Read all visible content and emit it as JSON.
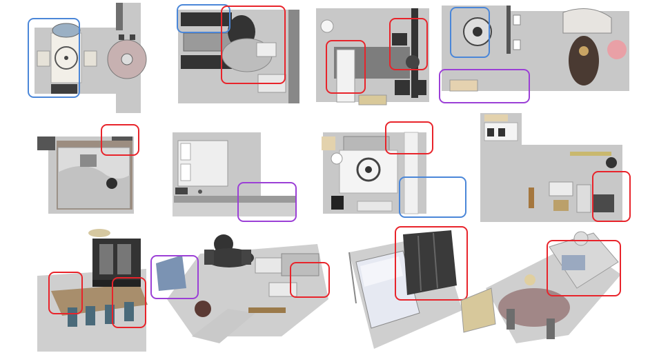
{
  "colors": {
    "red": "#e8232a",
    "blue": "#4a86d8",
    "purple": "#9b3fd6",
    "floor": "#c9c9c9",
    "wall": "#b4b4b4"
  },
  "grid": {
    "rows": 3,
    "columns": 4
  },
  "scenes": [
    {
      "view": "top-down",
      "boxes": [
        "blue"
      ]
    },
    {
      "view": "top-down",
      "boxes": [
        "blue",
        "red"
      ]
    },
    {
      "view": "top-down",
      "boxes": [
        "red",
        "red"
      ]
    },
    {
      "view": "top-down",
      "boxes": [
        "blue",
        "purple"
      ]
    },
    {
      "view": "top-down",
      "boxes": [
        "red"
      ]
    },
    {
      "view": "top-down",
      "boxes": [
        "purple"
      ]
    },
    {
      "view": "top-down",
      "boxes": [
        "red",
        "blue"
      ]
    },
    {
      "view": "top-down",
      "boxes": [
        "red"
      ]
    },
    {
      "view": "perspective",
      "boxes": [
        "red",
        "red"
      ]
    },
    {
      "view": "perspective",
      "boxes": [
        "purple",
        "red"
      ]
    },
    {
      "view": "perspective",
      "boxes": [
        "red"
      ]
    },
    {
      "view": "perspective",
      "boxes": [
        "red"
      ]
    }
  ]
}
